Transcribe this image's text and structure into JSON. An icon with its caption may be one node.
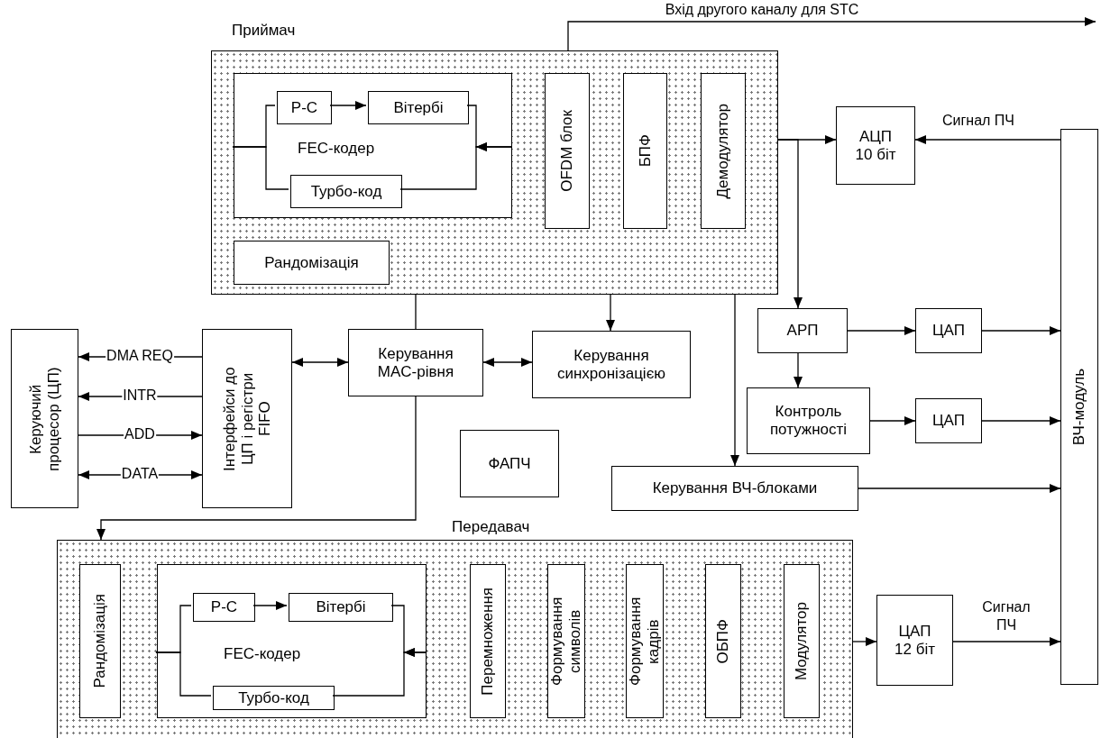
{
  "diagram": {
    "nodes": [
      {
        "text": [
          "Приймач"
        ]
      },
      {
        "text": [
          "FEC-кодер"
        ],
        "in": 0
      },
      {
        "text": [
          "P-C"
        ],
        "in": 1
      },
      {
        "text": [
          "Вітербі"
        ],
        "in": 1
      },
      {
        "text": [
          "Турбо-код"
        ],
        "in": 1
      },
      {
        "text": [
          "Рандомізація"
        ],
        "in": 0
      },
      {
        "text": [
          "OFDM блок"
        ],
        "in": 0
      },
      {
        "text": [
          "БПФ"
        ],
        "in": 0
      },
      {
        "text": [
          "Демодулятор"
        ],
        "in": 0
      },
      {
        "text": [
          "АЦП 10 біт"
        ]
      },
      {
        "text": [
          "ВЧ-модуль"
        ]
      },
      {
        "text": [
          "Керуючий процесор (ЦП)"
        ]
      },
      {
        "text": [
          "Інтерфейси до ЦП і регістри FIFO"
        ]
      },
      {
        "text": [
          "Керування MAC-рівня"
        ]
      },
      {
        "text": [
          "Керування синхронізацією"
        ]
      },
      {
        "text": [
          "ФАПЧ"
        ]
      },
      {
        "text": [
          "АРП"
        ]
      },
      {
        "text": [
          "ЦАП"
        ]
      },
      {
        "text": [
          "Контроль потужності"
        ]
      },
      {
        "text": [
          "ЦАП"
        ]
      },
      {
        "text": [
          "Керування ВЧ-блоками"
        ]
      },
      {
        "text": [
          "Передавач"
        ]
      },
      {
        "text": [
          "Рандомізація"
        ],
        "in": 21
      },
      {
        "text": [
          "FEC-кодер"
        ],
        "in": 21
      },
      {
        "text": [
          "P-C"
        ],
        "in": 23
      },
      {
        "text": [
          "Вітербі"
        ],
        "in": 23
      },
      {
        "text": [
          "Турбо-код"
        ],
        "in": 23
      },
      {
        "text": [
          "Перемноження"
        ],
        "in": 21
      },
      {
        "text": [
          "Формування символів"
        ],
        "in": 21
      },
      {
        "text": [
          "Формування кадрів"
        ],
        "in": 21
      },
      {
        "text": [
          "ОБПФ"
        ],
        "in": 21
      },
      {
        "text": [
          "Модулятор"
        ],
        "in": 21
      },
      {
        "text": [
          "ЦАП 12 біт"
        ]
      }
    ],
    "edges": [
      {
        "from": 2,
        "to": 3,
        "arrow": "to"
      },
      {
        "from": 1,
        "to": 2,
        "arrow": "none"
      },
      {
        "from": 1,
        "to": 4,
        "arrow": "none"
      },
      {
        "from": 1,
        "to": 3,
        "arrow": "to"
      },
      {
        "from": 1,
        "to": 4,
        "arrow": "to"
      },
      {
        "from": 24,
        "to": 25,
        "arrow": "to"
      },
      {
        "from": 23,
        "to": 24,
        "arrow": "none"
      },
      {
        "from": 23,
        "to": 26,
        "arrow": "none"
      },
      {
        "from": 23,
        "to": 25,
        "arrow": "to"
      },
      {
        "from": 23,
        "to": 26,
        "arrow": "to"
      },
      {
        "from": 0,
        "to": null,
        "arrow": "to",
        "label": "Вхід другого каналу для STC"
      },
      {
        "from": 0,
        "to": 9,
        "arrow": "to"
      },
      {
        "from": 0,
        "to": 16,
        "arrow": "to"
      },
      {
        "from": 10,
        "to": 9,
        "arrow": "to",
        "label": "Сигнал ПЧ"
      },
      {
        "from": 0,
        "to": 13,
        "arrow": "none"
      },
      {
        "from": 0,
        "to": 14,
        "arrow": "to"
      },
      {
        "from": 0,
        "to": 20,
        "arrow": "to"
      },
      {
        "from": 12,
        "to": 13,
        "arrow": "both"
      },
      {
        "from": 13,
        "to": 14,
        "arrow": "both"
      },
      {
        "from": 12,
        "to": 11,
        "arrow": "to",
        "label": "DMA REQ"
      },
      {
        "from": 12,
        "to": 11,
        "arrow": "to",
        "label": "INTR"
      },
      {
        "from": 11,
        "to": 12,
        "arrow": "to",
        "label": "ADD"
      },
      {
        "from": 11,
        "to": 12,
        "arrow": "both",
        "label": "DATA"
      },
      {
        "from": 13,
        "to": 21,
        "arrow": "to"
      },
      {
        "from": 16,
        "to": 17,
        "arrow": "to"
      },
      {
        "from": 17,
        "to": 10,
        "arrow": "to"
      },
      {
        "from": 16,
        "to": 18,
        "arrow": "to"
      },
      {
        "from": 18,
        "to": 19,
        "arrow": "to"
      },
      {
        "from": 19,
        "to": 10,
        "arrow": "to"
      },
      {
        "from": 20,
        "to": 10,
        "arrow": "to"
      },
      {
        "from": 21,
        "to": 32,
        "arrow": "to"
      },
      {
        "from": 32,
        "to": 10,
        "arrow": "to",
        "label": "Сигнал ПЧ"
      }
    ]
  }
}
